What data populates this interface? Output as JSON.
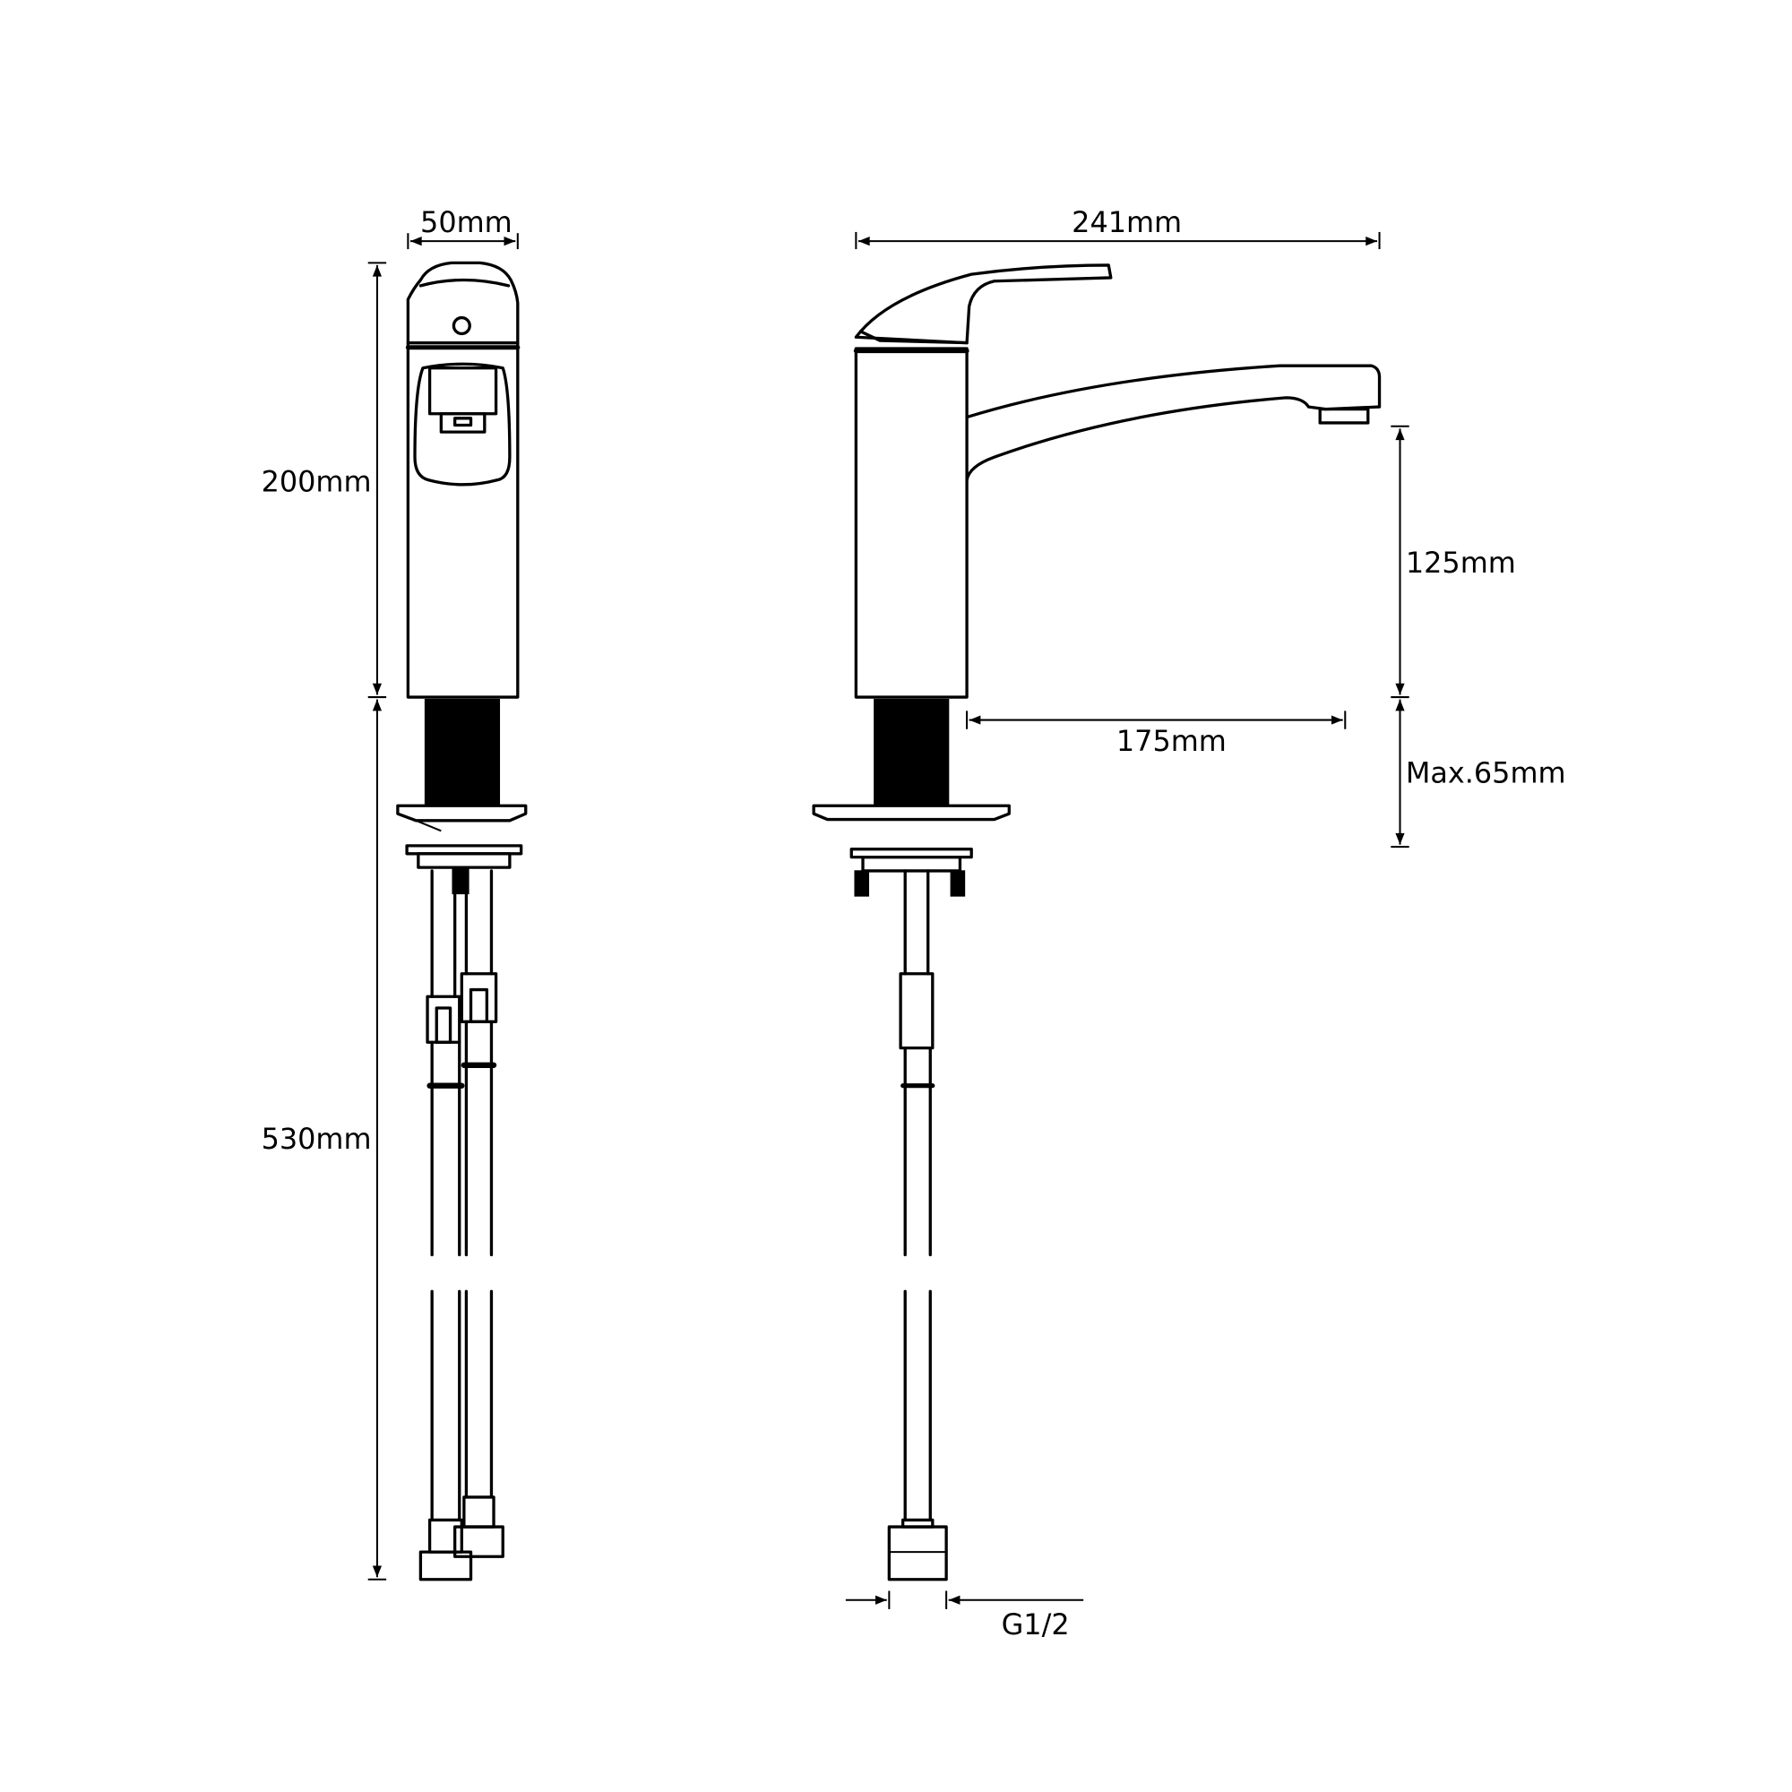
{
  "title": "Kitchen mixer tap dimension drawing",
  "dimensions": {
    "front_width": "50mm",
    "overall_length": "241mm",
    "body_height": "200mm",
    "hose_length": "530mm",
    "spout_height": "125mm",
    "spout_reach": "175mm",
    "max_deck_thickness": "Max.65mm",
    "thread": "G1/2"
  },
  "colors": {
    "line": "#000000",
    "background": "#ffffff"
  }
}
